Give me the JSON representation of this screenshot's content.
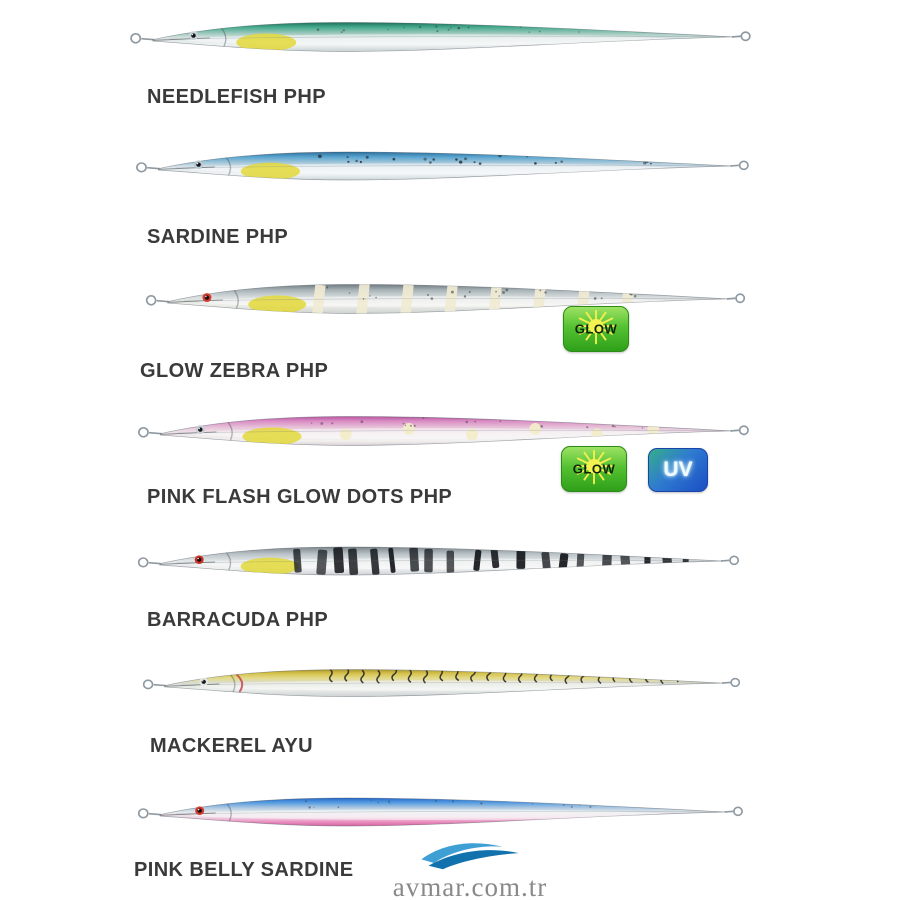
{
  "page": {
    "background": "#ffffff"
  },
  "badges": {
    "glow_label": "GLOW",
    "uv_label": "UV"
  },
  "badge_style": {
    "glow_bg_top": "#9de263",
    "glow_bg_bottom": "#2fa01a",
    "glow_burst": "#f2ee4e",
    "uv_bg_from": "#35ae88",
    "uv_bg_to": "#1b4ec4",
    "uv_text_color": "#eefcff"
  },
  "watermark": {
    "text": "avmar.com.tr",
    "text_color": "#898989",
    "wave_dark": "#1272ae",
    "wave_light": "#3e9fd4"
  },
  "products": [
    {
      "label": "NEEDLEFISH PHP",
      "pattern": "speckle",
      "badges": [],
      "gradient": [
        [
          "0",
          "#1f6e5c"
        ],
        [
          "0.16",
          "#44a98c"
        ],
        [
          "0.38",
          "#9fc9bd"
        ],
        [
          "0.55",
          "#dde6e4"
        ],
        [
          "0.78",
          "#eef2f2"
        ],
        [
          "1",
          "#c9d2d4"
        ]
      ],
      "colors": {
        "eye": "#c9d2d6",
        "pupil": "#101418",
        "patch": "#e3d839"
      }
    },
    {
      "label": "SARDINE PHP",
      "pattern": "dots",
      "badges": [],
      "gradient": [
        [
          "0",
          "#2c6f9e"
        ],
        [
          "0.18",
          "#5aa6cf"
        ],
        [
          "0.4",
          "#aac9da"
        ],
        [
          "0.56",
          "#e2e9ec"
        ],
        [
          "0.8",
          "#f0f3f4"
        ],
        [
          "1",
          "#cdd6da"
        ]
      ],
      "colors": {
        "eye": "#b9c9d4",
        "pupil": "#0f1418",
        "patch": "#e3d839"
      }
    },
    {
      "label": "GLOW ZEBRA PHP",
      "pattern": "zebra",
      "badges": [
        "glow"
      ],
      "gradient": [
        [
          "0",
          "#6f7b80"
        ],
        [
          "0.2",
          "#a9b4b8"
        ],
        [
          "0.45",
          "#d9dedf"
        ],
        [
          "0.7",
          "#efefe9"
        ],
        [
          "1",
          "#cfd3d2"
        ]
      ],
      "colors": {
        "eye": "#d43a2e",
        "pupil": "#1a0d0c",
        "patch": "#e3d839"
      }
    },
    {
      "label": "PINK FLASH GLOW DOTS PHP",
      "pattern": "glowdots",
      "badges": [
        "glow",
        "uv"
      ],
      "gradient": [
        [
          "0",
          "#b8569e"
        ],
        [
          "0.16",
          "#d98cc4"
        ],
        [
          "0.38",
          "#e7c3da"
        ],
        [
          "0.58",
          "#eee7ea"
        ],
        [
          "0.85",
          "#f2f0ef"
        ],
        [
          "1",
          "#d8cfd4"
        ]
      ],
      "colors": {
        "eye": "#c9ced2",
        "pupil": "#16181c",
        "patch": "#e3d839"
      }
    },
    {
      "label": "BARRACUDA PHP",
      "pattern": "bars",
      "badges": [],
      "gradient": [
        [
          "0",
          "#7c868c"
        ],
        [
          "0.25",
          "#b9c2c6"
        ],
        [
          "0.5",
          "#e2e6e7"
        ],
        [
          "0.75",
          "#f1f2f2"
        ],
        [
          "1",
          "#cfd4d6"
        ]
      ],
      "colors": {
        "eye": "#cc3126",
        "pupil": "#140b0a",
        "patch": "#e3d839"
      }
    },
    {
      "label": "MACKEREL AYU",
      "pattern": "vermiculate",
      "badges": [],
      "gradient": [
        [
          "0",
          "#a8952e"
        ],
        [
          "0.14",
          "#d4c14a"
        ],
        [
          "0.32",
          "#e4da8a"
        ],
        [
          "0.5",
          "#d9dcd2"
        ],
        [
          "0.72",
          "#edf0ee"
        ],
        [
          "1",
          "#cdd2d2"
        ]
      ],
      "colors": {
        "eye": "#e5e8e2",
        "pupil": "#17191b",
        "patch": null,
        "gill": "#c04048"
      }
    },
    {
      "label": "PINK BELLY SARDINE",
      "pattern": "speckle",
      "badges": [],
      "gradient": [
        [
          "0",
          "#2466c8"
        ],
        [
          "0.15",
          "#4f97e0"
        ],
        [
          "0.34",
          "#a9c6e0"
        ],
        [
          "0.5",
          "#e3e8ea"
        ],
        [
          "0.68",
          "#f0dce8"
        ],
        [
          "0.85",
          "#ea8fc0"
        ],
        [
          "1",
          "#d4649f"
        ]
      ],
      "colors": {
        "eye": "#d23a30",
        "pupil": "#160c0b",
        "patch": null
      }
    }
  ]
}
